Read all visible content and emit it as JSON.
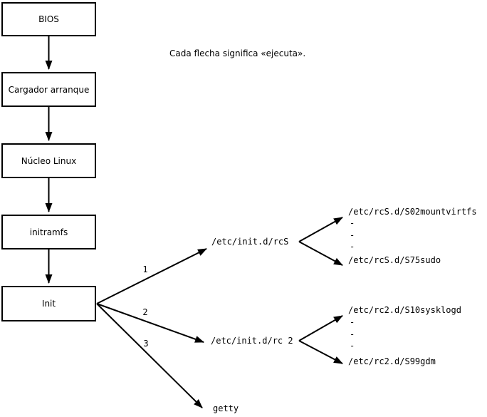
{
  "note": {
    "text": "Cada flecha significa «ejecuta»."
  },
  "colors": {
    "ink": "#000000",
    "background": "#ffffff"
  },
  "flow_boxes": [
    {
      "id": "bios",
      "label": "BIOS"
    },
    {
      "id": "bootloader",
      "label": "Cargador arranque"
    },
    {
      "id": "kernel",
      "label": "Núcleo Linux"
    },
    {
      "id": "initramfs",
      "label": "initramfs"
    },
    {
      "id": "init",
      "label": "Init"
    }
  ],
  "init_branches": [
    {
      "order": "1",
      "target": "/etc/init.d/rcS"
    },
    {
      "order": "2",
      "target": "/etc/init.d/rc 2"
    },
    {
      "order": "3",
      "target": "getty"
    }
  ],
  "rcS_scripts": {
    "first": "/etc/rcS.d/S02mountvirtfs",
    "ellipsis": [
      "-",
      "-",
      "-"
    ],
    "last": "/etc/rcS.d/S75sudo"
  },
  "rc2_scripts": {
    "first": "/etc/rc2.d/S10sysklogd",
    "ellipsis": [
      "-",
      "-",
      "-"
    ],
    "last": "/etc/rc2.d/S99gdm"
  }
}
